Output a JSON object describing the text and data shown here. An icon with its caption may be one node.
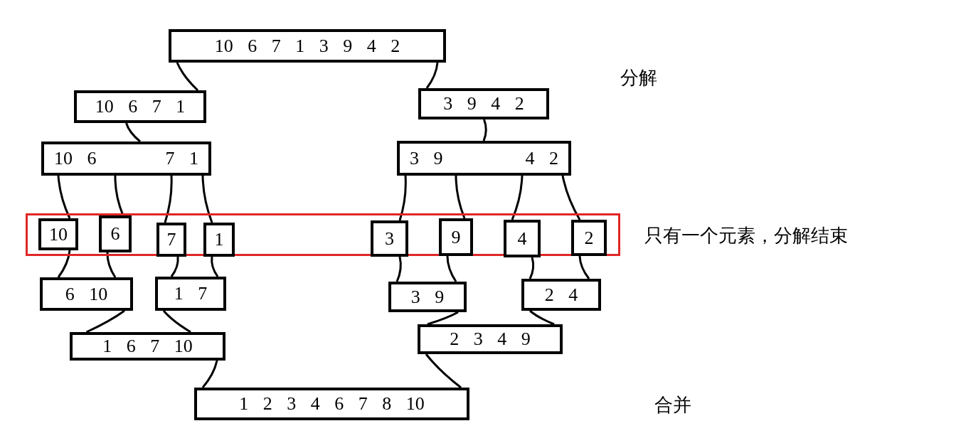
{
  "diagram": {
    "nodes": [
      {
        "text": [
          "10 6 7 1 3 9 4 2"
        ]
      },
      {
        "text": [
          "10 6 7 1"
        ]
      },
      {
        "text": [
          "3 9 4 2"
        ]
      },
      {
        "text": [
          "10 6",
          "7 1"
        ]
      },
      {
        "text": [
          "3 9",
          "4 2"
        ]
      },
      {
        "text": [],
        "shape": "box",
        "beside": [
          "只有一个元素，分解结束"
        ]
      },
      {
        "text": [
          "10"
        ],
        "in": 5
      },
      {
        "text": [
          "6"
        ],
        "in": 5
      },
      {
        "text": [
          "7"
        ],
        "in": 5
      },
      {
        "text": [
          "1"
        ],
        "in": 5
      },
      {
        "text": [
          "3"
        ],
        "in": 5
      },
      {
        "text": [
          "9"
        ],
        "in": 5
      },
      {
        "text": [
          "4"
        ],
        "in": 5
      },
      {
        "text": [
          "2"
        ],
        "in": 5
      },
      {
        "text": [
          "6 10"
        ]
      },
      {
        "text": [
          "1 7"
        ]
      },
      {
        "text": [
          "3 9"
        ]
      },
      {
        "text": [
          "2 4"
        ]
      },
      {
        "text": [
          "1 6 7 10"
        ]
      },
      {
        "text": [
          "2 3 4 9"
        ]
      },
      {
        "text": [
          "1 2 3 4 6 7 8 10"
        ]
      }
    ],
    "edges": [
      {
        "from": 0,
        "to": 1,
        "arrow": "none"
      },
      {
        "from": 0,
        "to": 2,
        "arrow": "none"
      },
      {
        "from": 1,
        "to": 3,
        "arrow": "none"
      },
      {
        "from": 2,
        "to": 4,
        "arrow": "none"
      },
      {
        "from": 3,
        "to": 6,
        "arrow": "none"
      },
      {
        "from": 3,
        "to": 7,
        "arrow": "none"
      },
      {
        "from": 3,
        "to": 8,
        "arrow": "none"
      },
      {
        "from": 3,
        "to": 9,
        "arrow": "none"
      },
      {
        "from": 4,
        "to": 10,
        "arrow": "none"
      },
      {
        "from": 4,
        "to": 11,
        "arrow": "none"
      },
      {
        "from": 4,
        "to": 12,
        "arrow": "none"
      },
      {
        "from": 4,
        "to": 13,
        "arrow": "none"
      },
      {
        "from": 6,
        "to": 14,
        "arrow": "none"
      },
      {
        "from": 7,
        "to": 14,
        "arrow": "none"
      },
      {
        "from": 8,
        "to": 15,
        "arrow": "none"
      },
      {
        "from": 9,
        "to": 15,
        "arrow": "none"
      },
      {
        "from": 10,
        "to": 16,
        "arrow": "none"
      },
      {
        "from": 11,
        "to": 16,
        "arrow": "none"
      },
      {
        "from": 12,
        "to": 17,
        "arrow": "none"
      },
      {
        "from": 13,
        "to": 17,
        "arrow": "none"
      },
      {
        "from": 14,
        "to": 18,
        "arrow": "none"
      },
      {
        "from": 15,
        "to": 18,
        "arrow": "none"
      },
      {
        "from": 16,
        "to": 19,
        "arrow": "none"
      },
      {
        "from": 17,
        "to": 19,
        "arrow": "none"
      },
      {
        "from": 18,
        "to": 20,
        "arrow": "none"
      },
      {
        "from": 19,
        "to": 20,
        "arrow": "none"
      }
    ],
    "labels": [
      "分解",
      "合并"
    ]
  }
}
